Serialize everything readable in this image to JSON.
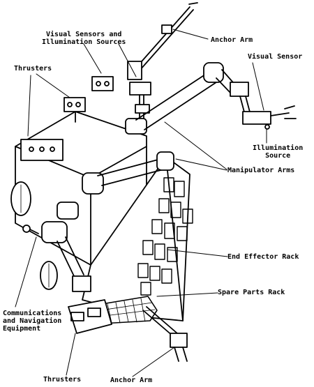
{
  "labels": {
    "visual_sensors": [
      "Visual Sensors and",
      "Illumination Sources"
    ],
    "anchor_arm_top": "Anchor Arm",
    "visual_sensor": "Visual Sensor",
    "thrusters_top": "Thrusters",
    "illumination_source": [
      "Illumination",
      "Source"
    ],
    "manipulator_arms": "Manipulator Arms",
    "end_effector_rack": "End Effector Rack",
    "spare_parts_rack": "Spare Parts Rack",
    "comms_nav": [
      "Communications",
      "and Navigation",
      "Equipment"
    ],
    "thrusters_bottom": "Thrusters",
    "anchor_arm_bottom": "Anchor Arm"
  },
  "colors": {
    "ink": "#000000",
    "paper": "#ffffff"
  }
}
